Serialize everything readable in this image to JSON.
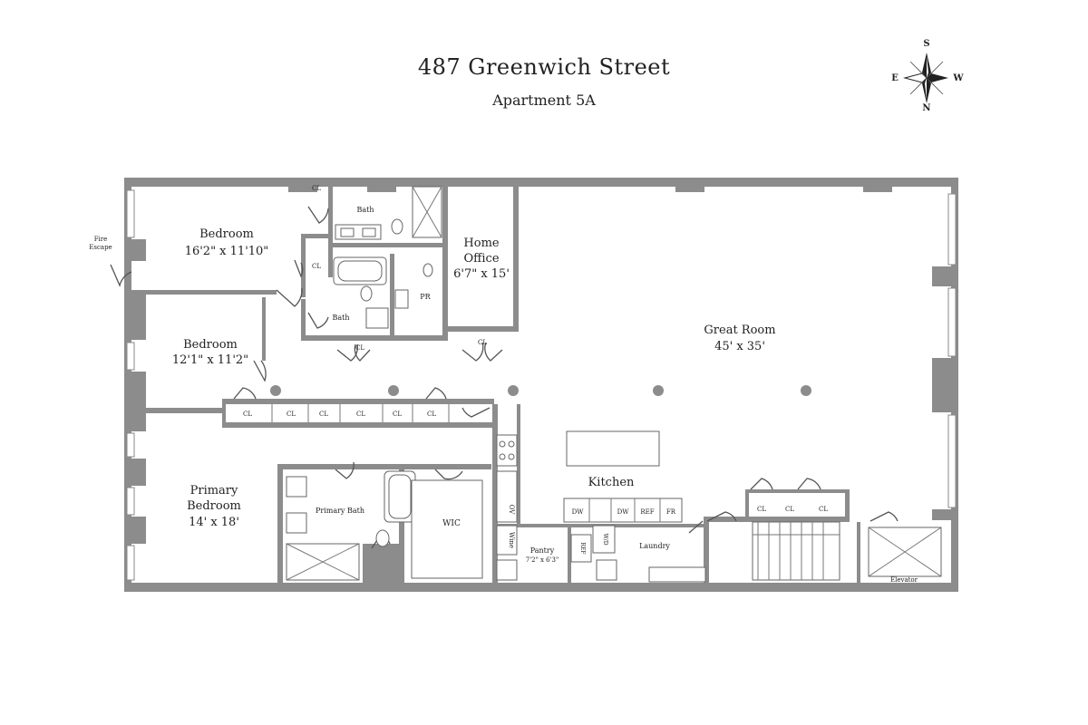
{
  "header": {
    "address": "487 Greenwich Street",
    "unit": "Apartment 5A"
  },
  "compass": {
    "s": "S",
    "w": "W",
    "n": "N",
    "e": "E"
  },
  "rooms": {
    "bedroom1": {
      "name": "Bedroom",
      "size": "16'2\" x 11'10\""
    },
    "bedroom2": {
      "name": "Bedroom",
      "size": "12'1\" x 11'2\""
    },
    "primary_bedroom": {
      "line1": "Primary",
      "line2": "Bedroom",
      "size": "14' x 18'"
    },
    "home_office": {
      "line1": "Home",
      "line2": "Office",
      "size": "6'7\" x 15'"
    },
    "great_room": {
      "name": "Great Room",
      "size": "45' x 35'"
    },
    "kitchen": "Kitchen",
    "bath1": "Bath",
    "bath2": "Bath",
    "powder": "PR",
    "primary_bath": "Primary Bath",
    "wic": "WIC",
    "pantry": {
      "name": "Pantry",
      "size": "7'2\" x 6'3\""
    },
    "laundry": "Laundry",
    "elevator": "Elevator",
    "fire_escape": {
      "line1": "Fire",
      "line2": "Escape"
    },
    "wine": "Wine",
    "ov": "OV"
  },
  "closet_label": "CL",
  "appliances": {
    "dw": "DW",
    "ref": "REF",
    "fr": "FR",
    "wd": "W/D"
  }
}
